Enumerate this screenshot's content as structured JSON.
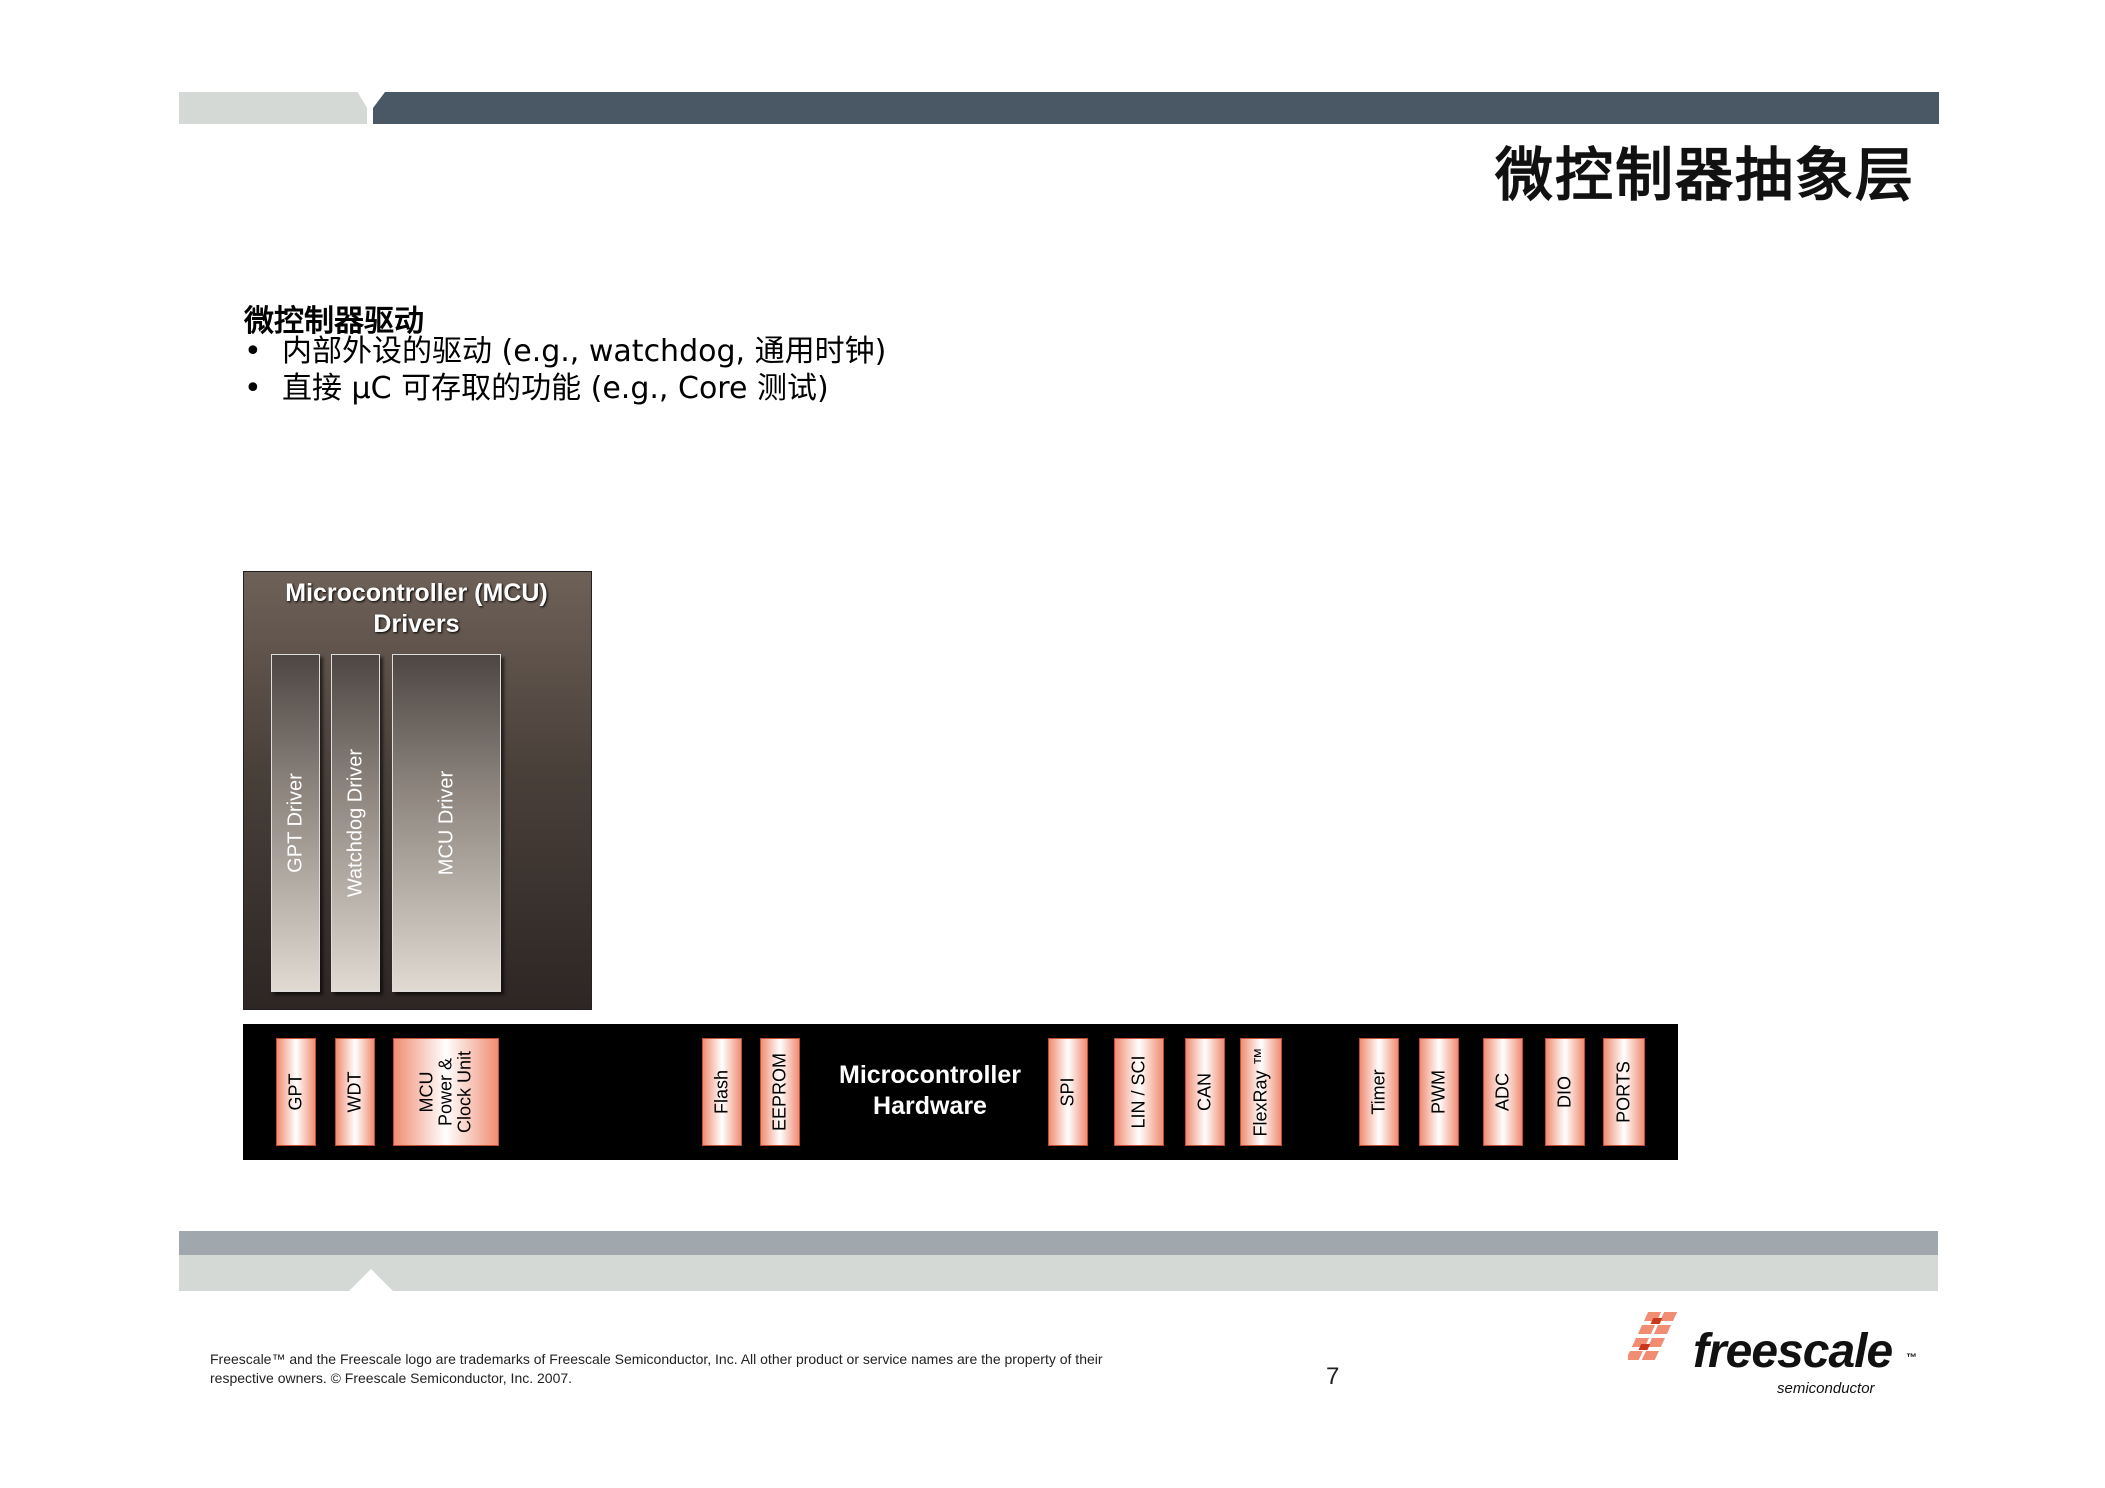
{
  "header": {
    "title": "微控制器抽象层"
  },
  "content": {
    "section_heading": "微控制器驱动",
    "bullets": [
      "内部外设的驱动 (e.g., watchdog, 通用时钟)",
      "直接 μC 可存取的功能 (e.g., Core 测试)"
    ],
    "bullet_marker": "•"
  },
  "diagram": {
    "drivers_title": "Microcontroller (MCU) Drivers",
    "drivers": [
      "GPT Driver",
      "Watchdog Driver",
      "MCU Driver"
    ],
    "hardware_title": "Microcontroller Hardware",
    "hardware_blocks": [
      "GPT",
      "WDT",
      "MCU Power & Clock Unit",
      "Flash",
      "EEPROM",
      "SPI",
      "LIN / SCI",
      "CAN",
      "FlexRay ™",
      "Timer",
      "PWM",
      "ADC",
      "DIO",
      "PORTS"
    ],
    "colors": {
      "block_accent": "#f08d73",
      "bar_background": "#000000",
      "header_dark": "#4a5866"
    }
  },
  "footer": {
    "legal": "Freescale™ and the Freescale logo are trademarks of Freescale Semiconductor, Inc. All other product or service names are the property of their respective owners. © Freescale Semiconductor, Inc. 2007.",
    "page_number": "7",
    "logo_text": "freescale",
    "logo_tm": "™",
    "logo_sub": "semiconductor",
    "logo_icon": "freescale-logo-icon"
  }
}
